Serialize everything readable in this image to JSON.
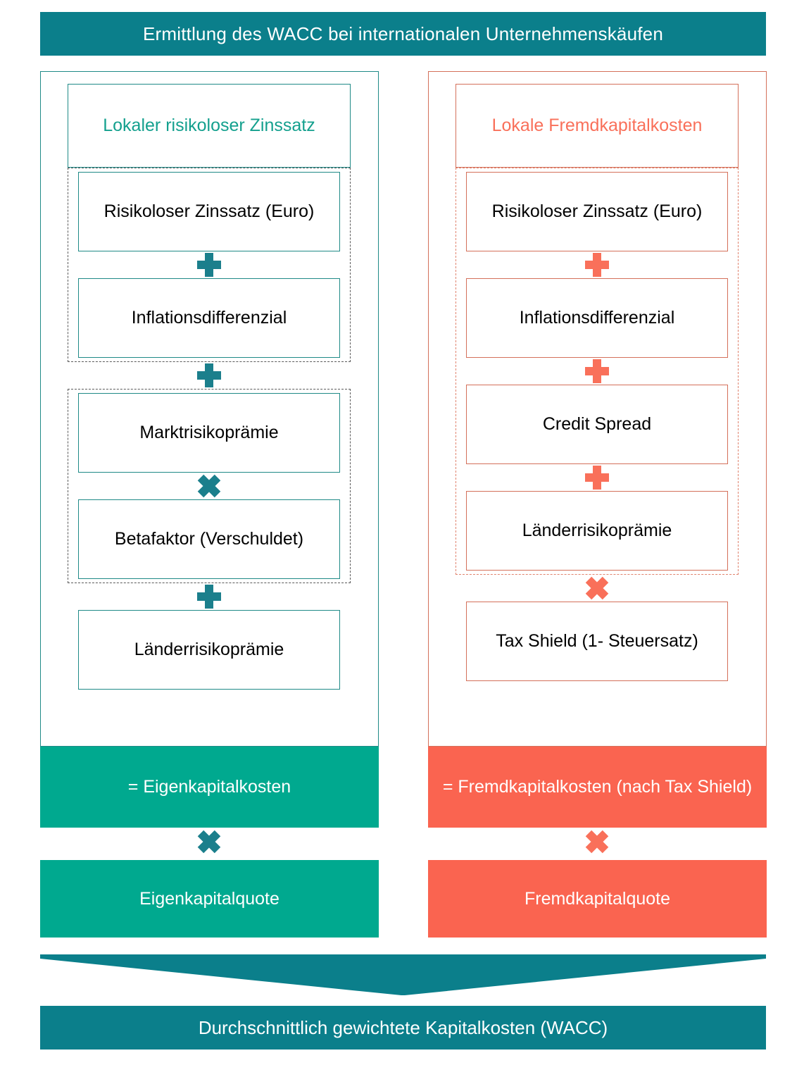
{
  "title": "Ermittlung des WACC bei internationalen Unternehmenskäufen",
  "colors": {
    "header_teal": "#0B7F8B",
    "equity_green": "#00A98F",
    "debt_orange": "#FA6450",
    "equity_accent": "#14A08E",
    "debt_accent": "#F9705A"
  },
  "columns": {
    "equity": {
      "header": "Lokaler risikoloser Zinssatz",
      "group_one": {
        "items": [
          "Risikoloser Zinssatz (Euro)",
          "Inflationsdifferenzial"
        ],
        "operator_between": "plus"
      },
      "operator_after_group_one": "plus",
      "group_two": {
        "items": [
          "Marktrisikoprämie",
          "Betafaktor (Verschuldet)"
        ],
        "operator_between": "times"
      },
      "operator_after_group_two": "plus",
      "tail_item": "Länderrisikoprämie",
      "result": "= Eigenkapitalkosten",
      "weight_operator": "times",
      "weight": "Eigenkapitalquote"
    },
    "debt": {
      "header": "Lokale Fremdkapitalkosten",
      "group_one": {
        "items": [
          "Risikoloser Zinssatz (Euro)",
          "Inflationsdifferenzial",
          "Credit Spread",
          "Länderrisikoprämie"
        ],
        "operators_between": [
          "plus",
          "plus",
          "plus"
        ]
      },
      "operator_after_group_one": "times",
      "tail_item": "Tax Shield (1- Steuersatz)",
      "result": "= Fremdkapitalkosten (nach Tax Shield)",
      "weight_operator": "times",
      "weight": "Fremdkapitalquote"
    }
  },
  "footer": {
    "arrow": "down-arrow",
    "label": "Durchschnittlich gewichtete Kapitalkosten (WACC)"
  }
}
